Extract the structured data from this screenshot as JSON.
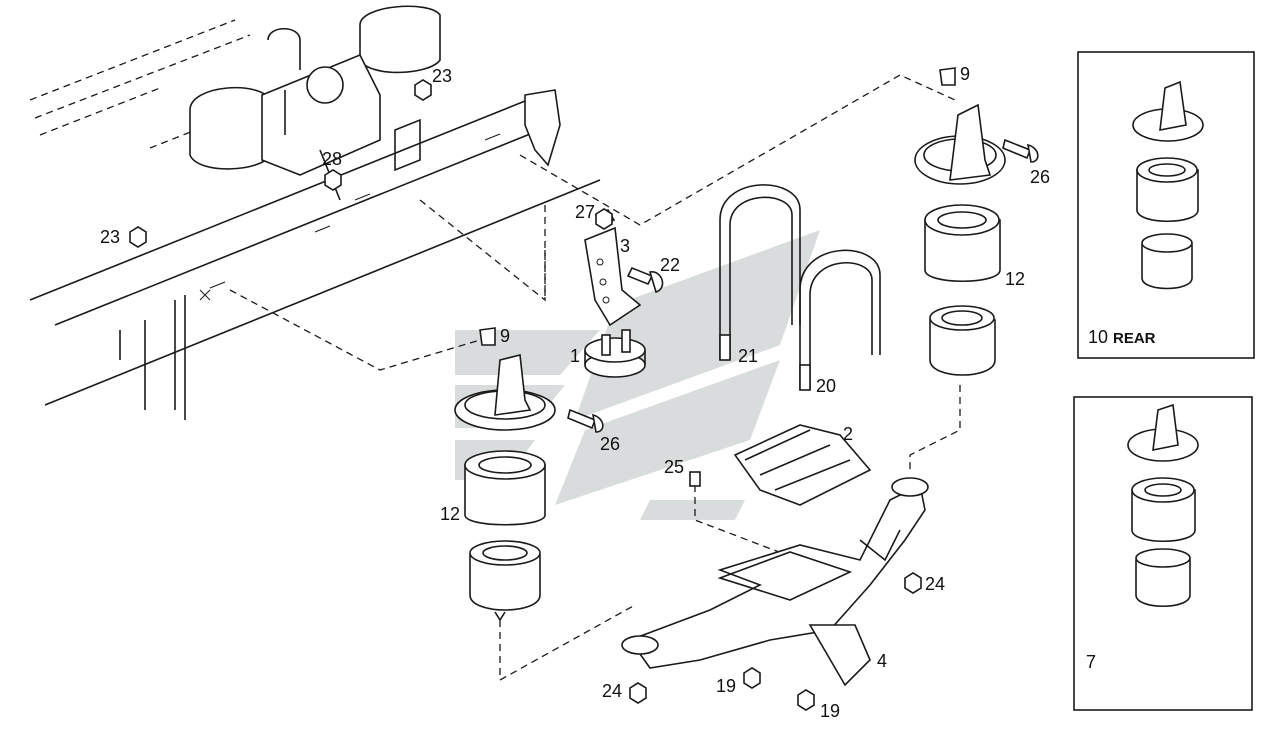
{
  "watermark_color": "#d9dcdc",
  "ink_color": "#1a1a1a",
  "callouts": {
    "c23a": "23",
    "c23b": "23",
    "c28": "28",
    "c27": "27",
    "c3": "3",
    "c22": "22",
    "c9a": "9",
    "c1": "1",
    "c21": "21",
    "c20": "20",
    "c26a": "26",
    "c12a": "12",
    "c25": "25",
    "c2": "2",
    "c9b": "9",
    "c26b": "26",
    "c12b": "12",
    "c24a": "24",
    "c24b": "24",
    "c4": "4",
    "c19a": "19",
    "c19b": "19"
  },
  "insets": {
    "rear": {
      "number": "10",
      "label": "REAR"
    },
    "front": {
      "number": "7"
    }
  }
}
